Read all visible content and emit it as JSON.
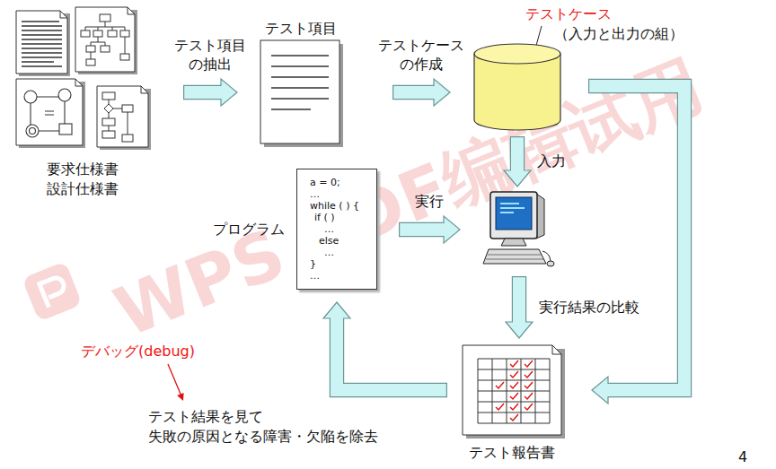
{
  "diagram": {
    "nodes": [
      {
        "text": [
          "要求仕様書 設計仕様書"
        ]
      },
      {
        "text": [
          "テスト項目"
        ]
      },
      {
        "text": [
          "テストケース",
          "（入力と出力の組）"
        ]
      },
      {
        "text": [
          "プログラム",
          "a = 0;",
          "…",
          "while ( ) {",
          "if ( )",
          "…",
          "else",
          "…",
          "}",
          "…"
        ]
      },
      {
        "text": []
      },
      {
        "text": [
          "テスト報告書"
        ]
      }
    ],
    "edges": [
      {
        "from": 0,
        "to": 1,
        "arrow": "to",
        "label": "テスト項目 の抽出"
      },
      {
        "from": 1,
        "to": 2,
        "arrow": "to",
        "label": "テストケース の作成"
      },
      {
        "from": 2,
        "to": 4,
        "arrow": "to",
        "label": "入力"
      },
      {
        "from": 3,
        "to": 4,
        "arrow": "to",
        "label": "実行"
      },
      {
        "from": 4,
        "to": 5,
        "arrow": "to",
        "label": "実行結果の比較"
      },
      {
        "from": 2,
        "to": 5,
        "arrow": "to"
      },
      {
        "from": 5,
        "to": 3,
        "arrow": "to"
      }
    ],
    "labels": [
      "デバッグ(debug)",
      "テスト結果を見て 失敗の原因となる障害・欠陥を除去",
      "4",
      "WPS PDF编辑试用"
    ]
  }
}
